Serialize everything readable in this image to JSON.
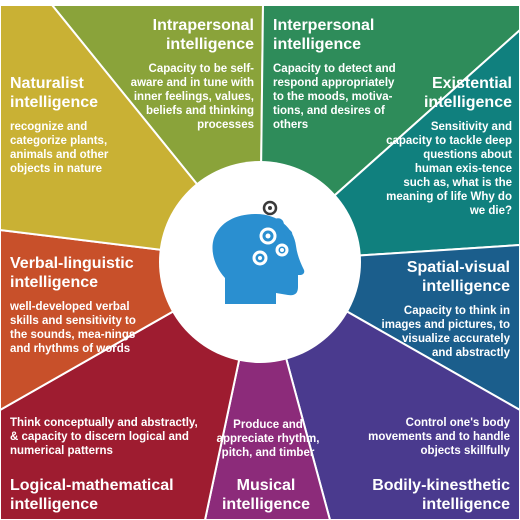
{
  "segments": {
    "intrapersonal": {
      "title": "Intrapersonal intelligence",
      "desc": "Capacity to be self-aware and in tune with inner feelings, values, beliefs and thinking processes",
      "color": "#8aa33a"
    },
    "interpersonal": {
      "title": "Interpersonal intelligence",
      "desc": "Capacity to detect and respond appropriately to the moods, motiva-tions, and desires of others",
      "color": "#2e8c5a"
    },
    "existential": {
      "title": "Existential intelligence",
      "desc": "Sensitivity and capacity to tackle deep questions about human exis-tence such as, what is the meaning of life Why do we die?",
      "color": "#10807e"
    },
    "spatial_visual": {
      "title": "Spatial-visual intelligence",
      "desc": "Capacity to think in images and pictures, to visualize accurately and abstractly",
      "color": "#1b5e8c"
    },
    "bodily_kinesthetic": {
      "title": "Bodily-kinesthetic intelligence",
      "desc": "Control one's body movements and to handle objects skillfully",
      "color": "#4a3a8e"
    },
    "musical": {
      "title": "Musical intelligence",
      "desc": "Produce and appreciate rhythm, pitch, and timber",
      "color": "#8c2b7a"
    },
    "logical_mathematical": {
      "title": "Logical-mathematical intelligence",
      "desc": "Think conceptually and abstractly, & capacity to discern logical and numerical patterns",
      "color": "#9e1c30"
    },
    "verbal_linguistic": {
      "title": "Verbal-linguistic intelligence",
      "desc": "well-developed verbal skills and sensitivity to the sounds, mea-nings and rhythms of words",
      "color": "#c8502a"
    },
    "naturalist": {
      "title": "Naturalist intelligence",
      "desc": "recognize and categorize plants, animals and other objects in nature",
      "color": "#c9b134"
    }
  },
  "center": {
    "icon": "head-with-gears-icon",
    "color": "#2a8fd0"
  }
}
